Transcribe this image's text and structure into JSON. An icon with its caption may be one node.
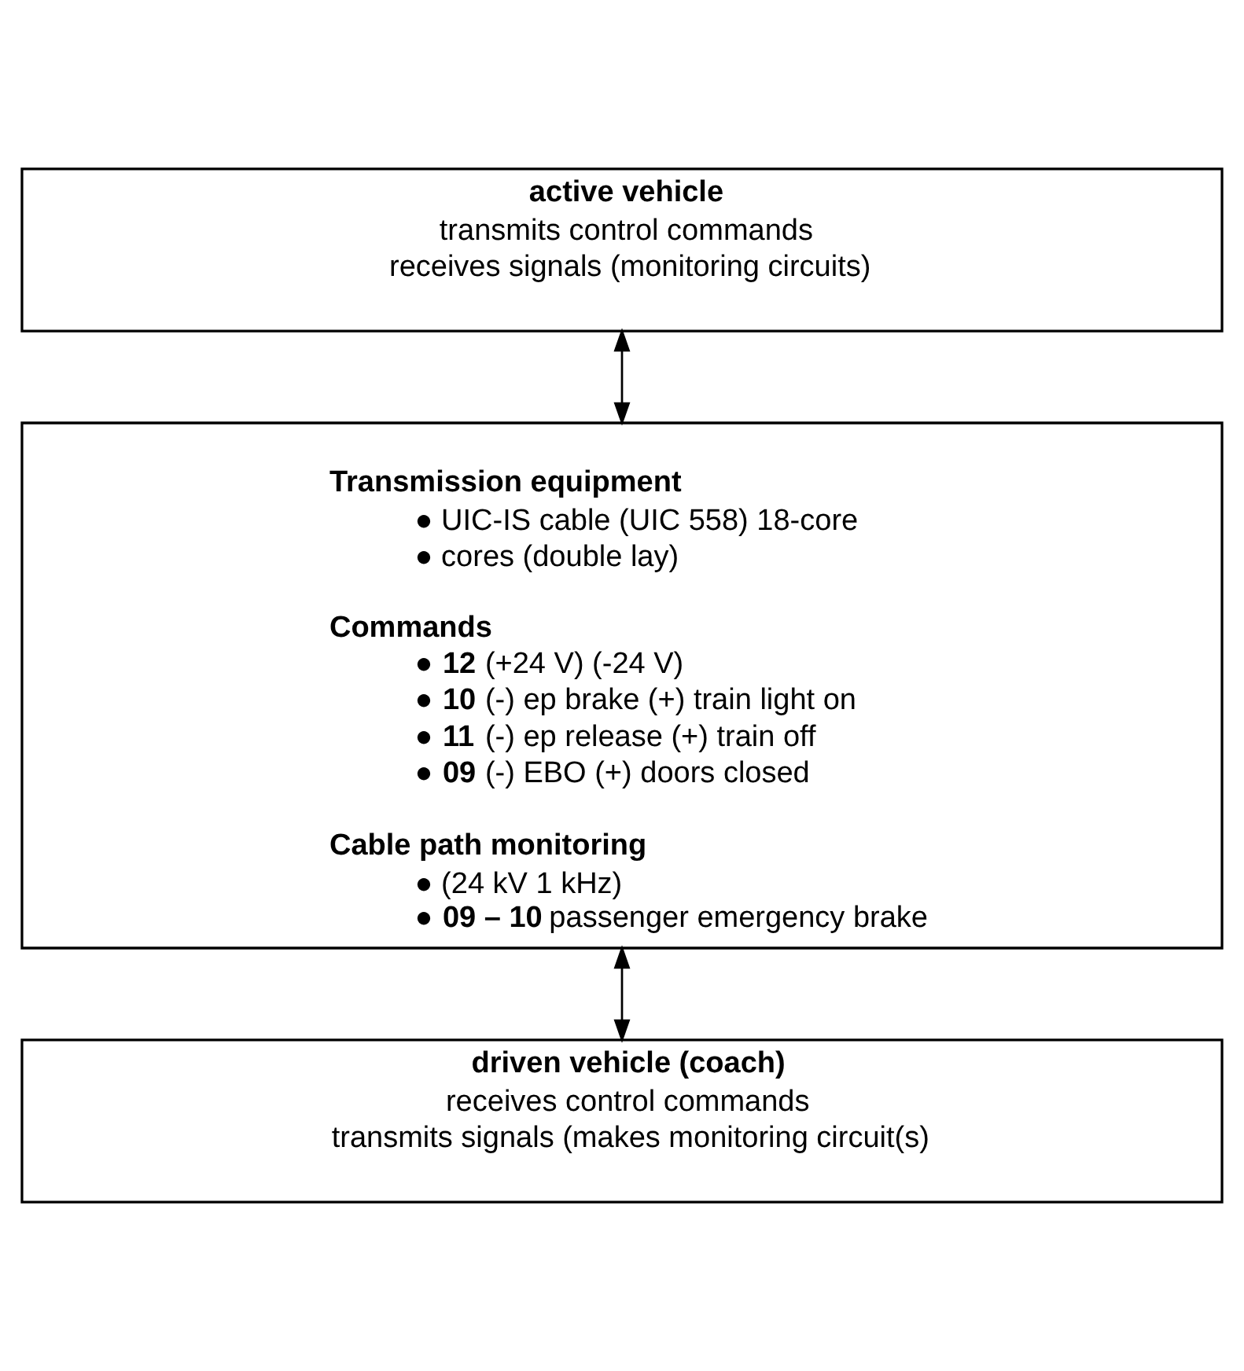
{
  "diagram": {
    "nodes": [
      {
        "text": [
          "active vehicle",
          "transmits control commands",
          "receives signals (monitoring circuits)"
        ]
      },
      {
        "text": [
          "Transmission equipment",
          "● UIC-IS cable (UIC 558) 18-core",
          "● cores (double lay)",
          "Commands",
          "● **12** (+24 V) (-24 V)",
          "● **10** (-) ep brake (+) train light on",
          "● **11** (-) ep release (+) train off",
          "● **09** (-) EBO (+) doors closed",
          "Cable path monitoring",
          "● (24 kV 1 kHz)",
          "● **09 – 10** passenger emergency brake"
        ]
      },
      {
        "text": [
          "driven vehicle (coach)",
          "receives control commands",
          "transmits signals (makes monitoring circuit(s)"
        ]
      }
    ],
    "edges": [
      {
        "from": 0,
        "to": 1,
        "arrow": "both"
      },
      {
        "from": 1,
        "to": 2,
        "arrow": "both"
      }
    ]
  }
}
